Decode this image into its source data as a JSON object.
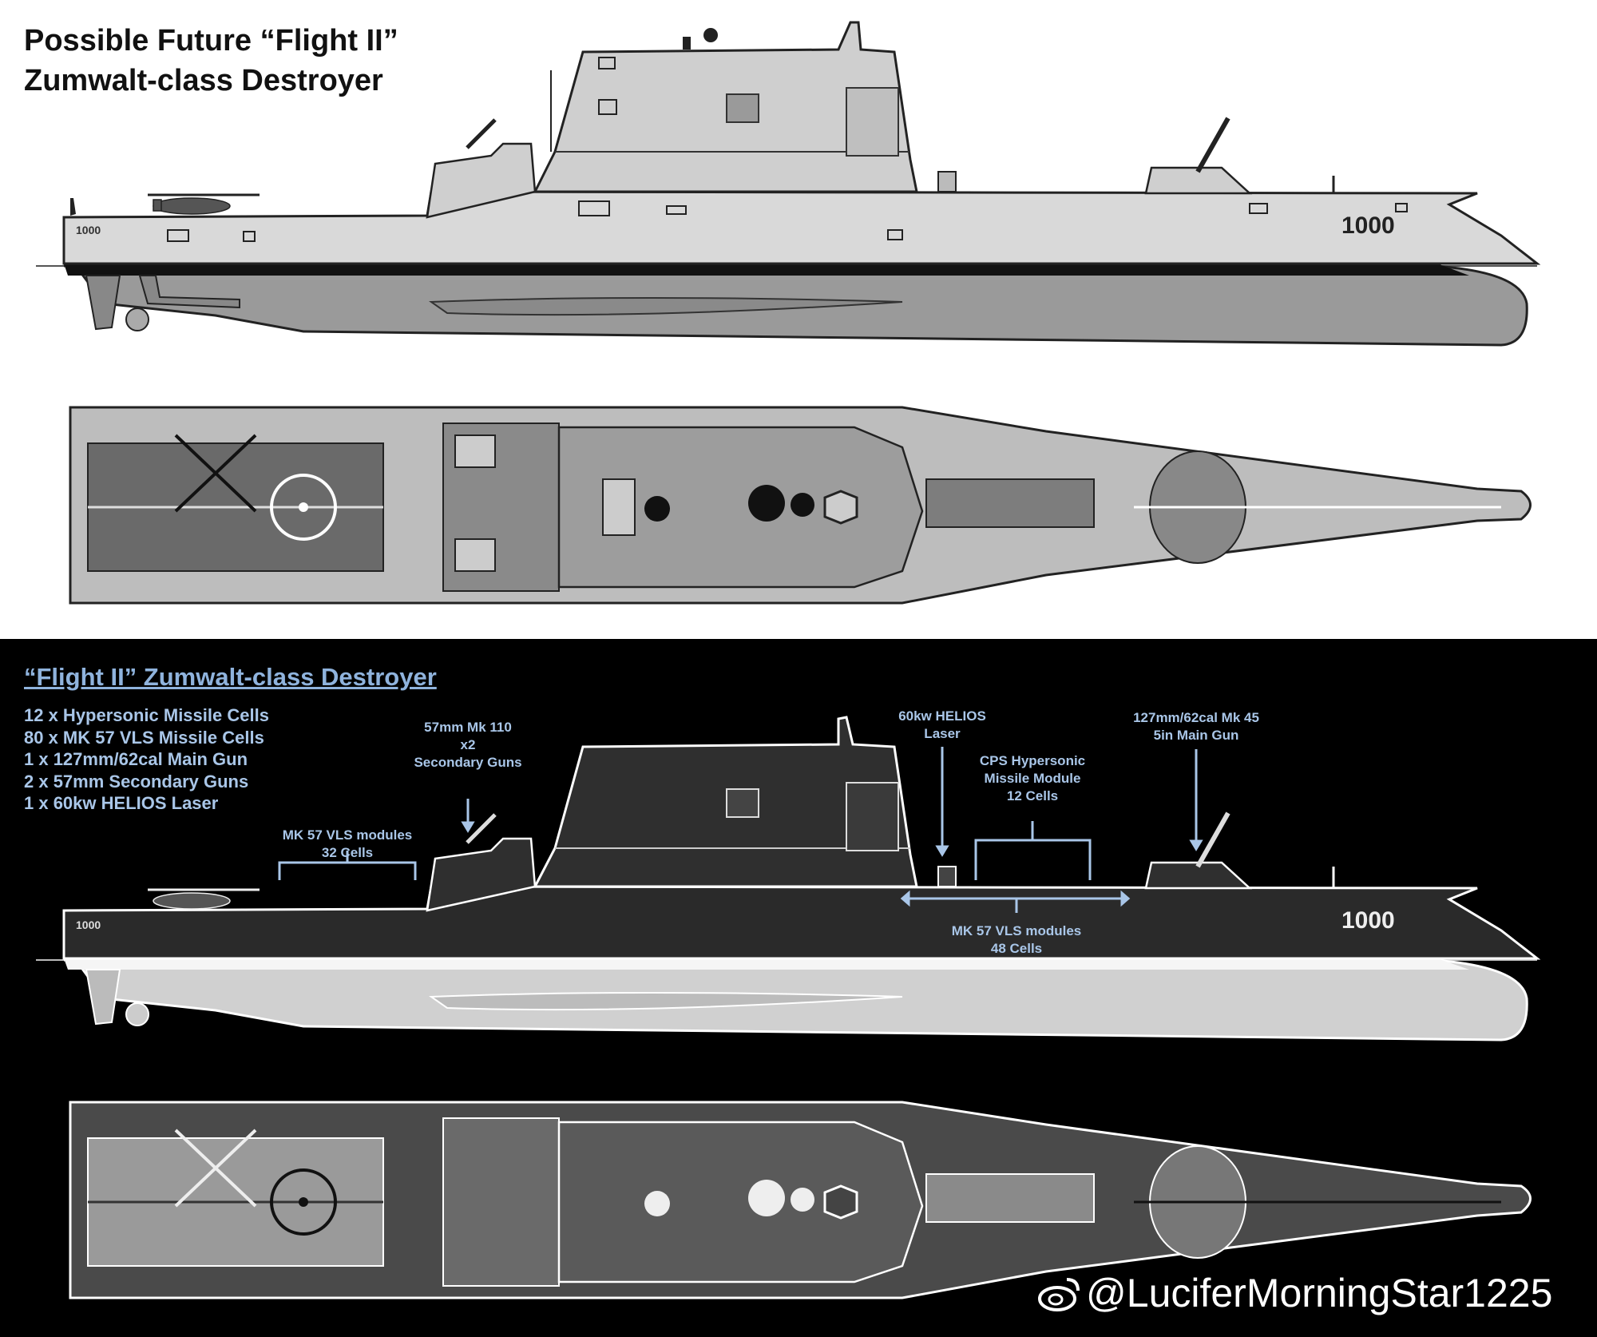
{
  "top_panel": {
    "title_line1": "Possible Future “Flight II”",
    "title_line2": "Zumwalt-class Destroyer",
    "hull_number_bow": "1000",
    "hull_number_stern": "1000"
  },
  "bottom_panel": {
    "title": "“Flight II” Zumwalt-class Destroyer",
    "specs": [
      "12 x Hypersonic Missile Cells",
      "80 x MK 57 VLS Missile Cells",
      "1 x 127mm/62cal Main Gun",
      "2 x 57mm Secondary Guns",
      "1 x 60kw HELIOS Laser"
    ],
    "callouts": {
      "vls_aft": [
        "MK 57 VLS modules",
        "32 Cells"
      ],
      "secondary_guns": [
        "57mm Mk 110",
        "x2",
        "Secondary Guns"
      ],
      "helios": [
        "60kw HELIOS",
        "Laser"
      ],
      "cps": [
        "CPS Hypersonic",
        "Missile Module",
        "12 Cells"
      ],
      "main_gun": [
        "127mm/62cal Mk 45",
        "5in Main Gun"
      ],
      "vls_fwd": [
        "MK 57 VLS modules",
        "48 Cells"
      ]
    },
    "hull_number_bow": "1000",
    "hull_number_stern": "1000"
  },
  "watermark": {
    "text": "@LuciferMorningStar1225",
    "icon": "weibo-logo-icon"
  },
  "colors": {
    "top_hull": "#d9d9d9",
    "top_lower_hull": "#9a9a9a",
    "callout_blue": "#a9c6e8",
    "bottom_hull": "#2a2a2a"
  }
}
